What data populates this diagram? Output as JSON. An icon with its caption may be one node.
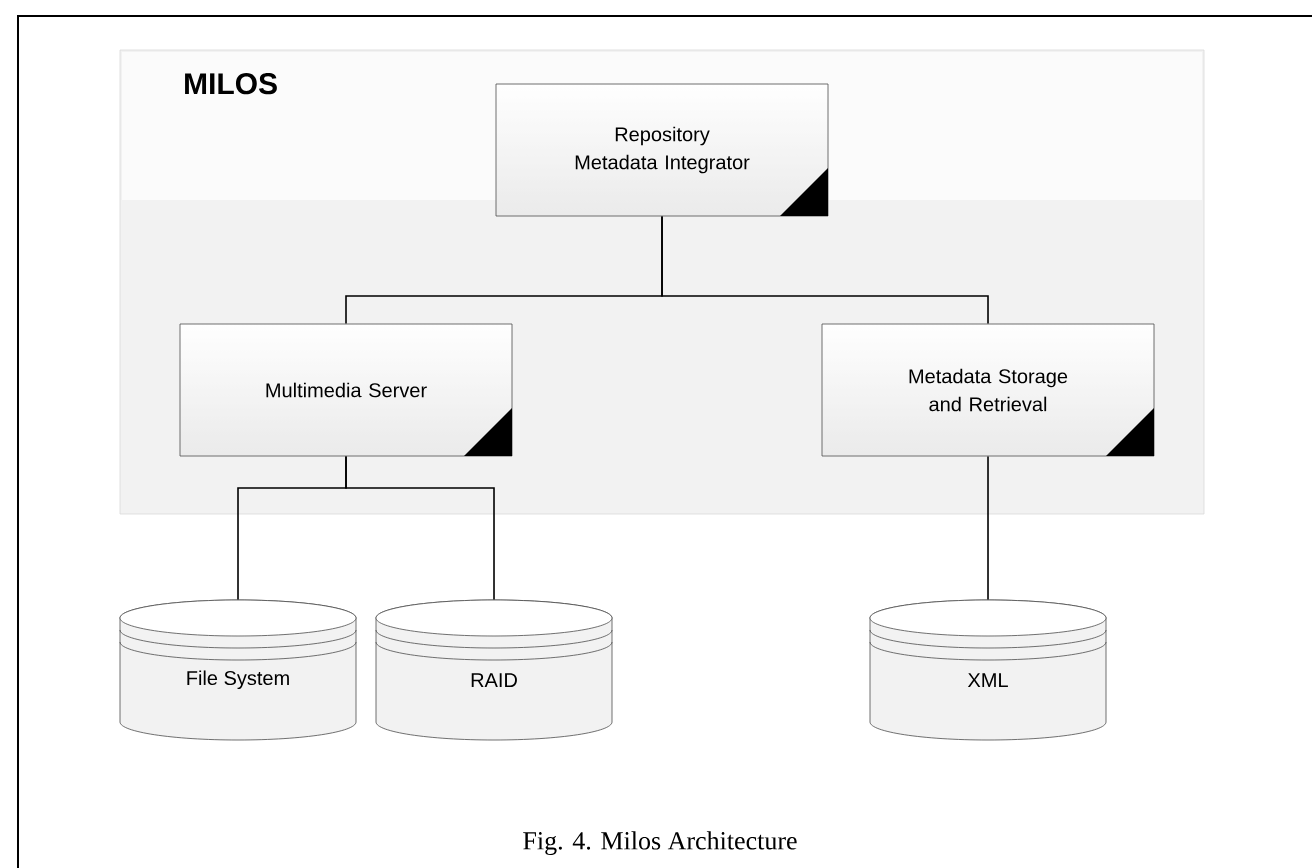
{
  "diagram": {
    "caption": "Fig. 4. Milos Architecture",
    "nodes": [
      {
        "text": [
          "MILOS"
        ]
      },
      {
        "text": [
          "Repository Metadata Integrator"
        ],
        "in": 0
      },
      {
        "text": [
          "Multimedia Server"
        ],
        "in": 0
      },
      {
        "text": [
          "Metadata Storage and Retrieval"
        ],
        "in": 0
      },
      {
        "text": [
          "File System"
        ]
      },
      {
        "text": [
          "RAID"
        ]
      },
      {
        "text": [
          "XML"
        ]
      }
    ],
    "edges": [
      {
        "from": 1,
        "to": 2,
        "arrow": "none"
      },
      {
        "from": 1,
        "to": 3,
        "arrow": "none"
      },
      {
        "from": 2,
        "to": 4,
        "arrow": "none"
      },
      {
        "from": 2,
        "to": 5,
        "arrow": "none"
      },
      {
        "from": 3,
        "to": 6,
        "arrow": "none"
      }
    ]
  }
}
